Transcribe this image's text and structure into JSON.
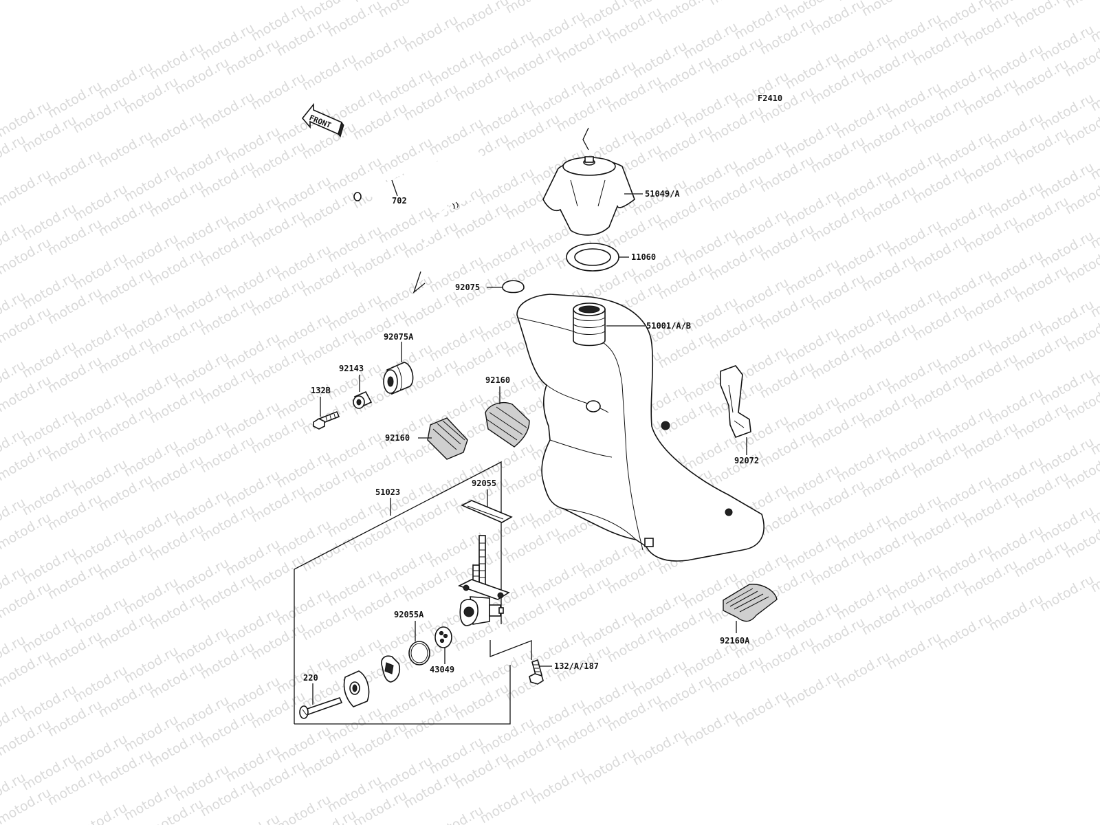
{
  "figure_code": "F2410",
  "front_label": "FRONT",
  "watermark_text": "motod.ru",
  "colors": {
    "ink": "#111111",
    "watermark": "#d9d9d9",
    "background": "#ffffff"
  },
  "callouts": [
    {
      "id": "702",
      "text": "702"
    },
    {
      "id": "51049",
      "text": "51049/A"
    },
    {
      "id": "11060",
      "text": "11060"
    },
    {
      "id": "92075",
      "text": "92075"
    },
    {
      "id": "51001",
      "text": "51001/A/B"
    },
    {
      "id": "92075A",
      "text": "92075A"
    },
    {
      "id": "92143",
      "text": "92143"
    },
    {
      "id": "132B",
      "text": "132B"
    },
    {
      "id": "92160_upper",
      "text": "92160"
    },
    {
      "id": "92160_left",
      "text": "92160"
    },
    {
      "id": "92072",
      "text": "92072"
    },
    {
      "id": "51023",
      "text": "51023"
    },
    {
      "id": "92055",
      "text": "92055"
    },
    {
      "id": "92055A",
      "text": "92055A"
    },
    {
      "id": "43049",
      "text": "43049"
    },
    {
      "id": "220",
      "text": "220"
    },
    {
      "id": "132A187",
      "text": "132/A/187"
    },
    {
      "id": "92160A",
      "text": "92160A"
    }
  ]
}
